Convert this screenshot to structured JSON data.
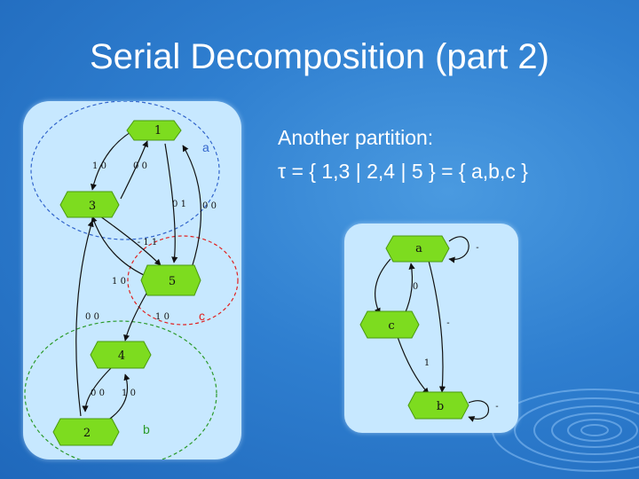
{
  "slide": {
    "title": "Serial Decomposition (part 2)",
    "line1": "Another partition:",
    "line2": "τ = { 1,3 | 2,4 | 5 } = { a,b,c }"
  },
  "diagram_left": {
    "nodes": [
      "1",
      "3",
      "5",
      "4",
      "2"
    ],
    "edge_labels": [
      "1 0",
      "0 0",
      "0 1",
      "0 0",
      "- 1 1",
      "1 0",
      "0 0",
      "1 0",
      "0 0",
      "1 0"
    ],
    "groups": [
      "a",
      "c",
      "b"
    ]
  },
  "diagram_right": {
    "nodes": [
      "a",
      "c",
      "b"
    ],
    "edge_labels": [
      "-",
      "0",
      "-",
      "1",
      "-"
    ]
  },
  "colors": {
    "background": "#2f7fd0",
    "panel": "#c7e8ff",
    "node_fill": "#7ddc1f",
    "group_a": "#3366cc",
    "group_c": "#e02020",
    "group_b": "#2a9a2a"
  }
}
